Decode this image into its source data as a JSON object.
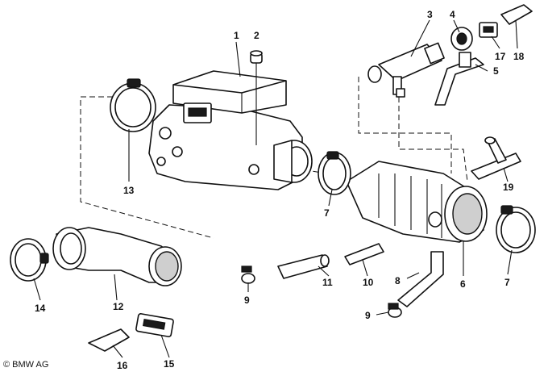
{
  "diagram": {
    "callouts": {
      "c1": "1",
      "c2": "2",
      "c3": "3",
      "c4": "4",
      "c5": "5",
      "c6": "6",
      "c7a": "7",
      "c7b": "7",
      "c8": "8",
      "c9a": "9",
      "c9b": "9",
      "c10": "10",
      "c11": "11",
      "c12": "12",
      "c13": "13",
      "c14": "14",
      "c15": "15",
      "c16": "16",
      "c17": "17",
      "c18": "18",
      "c19": "19"
    },
    "copyright": "© BMW AG"
  }
}
